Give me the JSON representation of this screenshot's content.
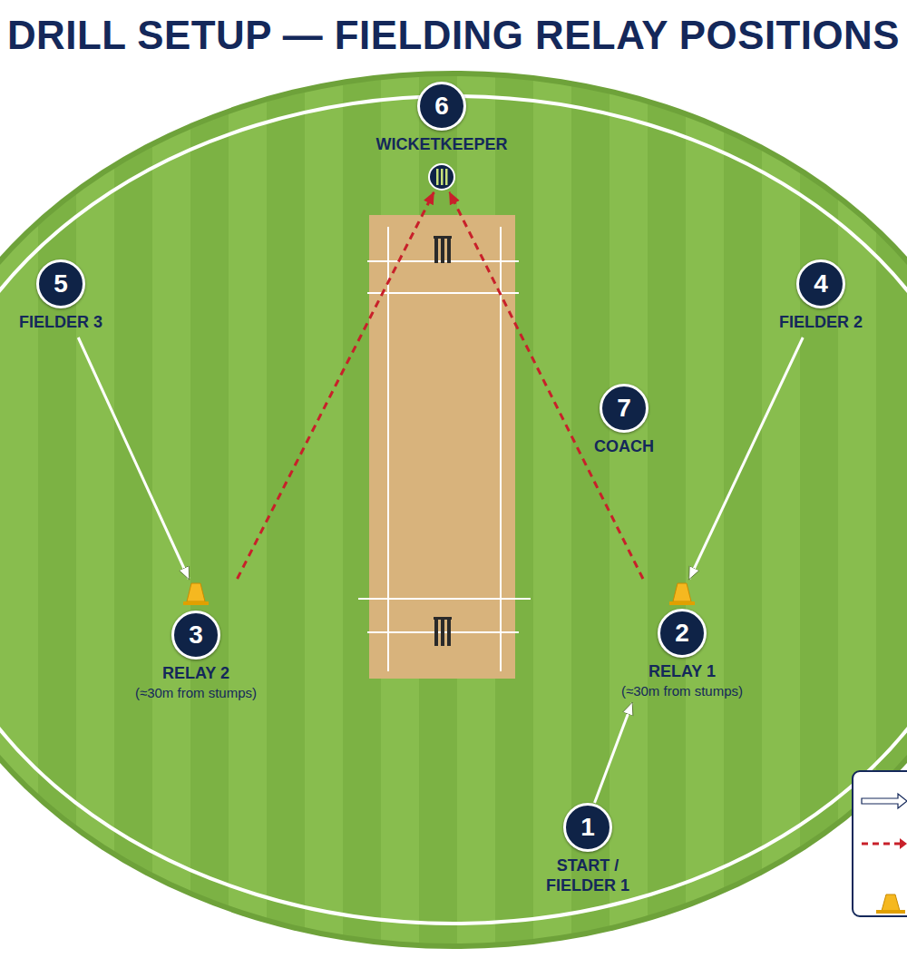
{
  "diagram": {
    "title": "DRILL SETUP — FIELDING RELAY POSITIONS",
    "nodes": [
      {
        "text": [
          "6",
          "WICKETKEEPER"
        ]
      },
      {
        "text": [
          "5",
          "FIELDER 3"
        ]
      },
      {
        "text": [
          "4",
          "FIELDER 2"
        ]
      },
      {
        "text": [
          "7",
          "COACH"
        ]
      },
      {
        "text": [
          "3",
          "RELAY 2",
          "(≈30m from stumps)"
        ]
      },
      {
        "text": [
          "2",
          "RELAY 1",
          "(≈30m from stumps)"
        ]
      },
      {
        "text": [
          "1",
          "START / FIELDER 1"
        ]
      }
    ],
    "edges": [
      {
        "from": 6,
        "to": 5,
        "arrow": "to"
      },
      {
        "from": 2,
        "to": 5,
        "arrow": "to"
      },
      {
        "from": 1,
        "to": 4,
        "arrow": "to"
      },
      {
        "from": 5,
        "to": 0,
        "arrow": "to"
      },
      {
        "from": 4,
        "to": 0,
        "arrow": "to"
      }
    ]
  }
}
